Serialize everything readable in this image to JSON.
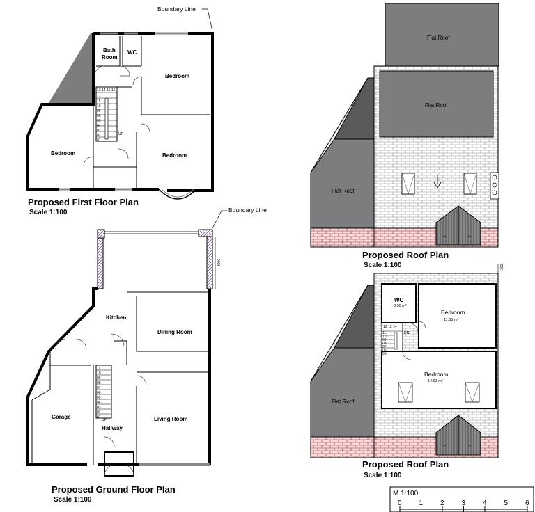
{
  "first_floor": {
    "title": "Proposed First Floor Plan",
    "scale": "Scale 1:100",
    "boundary": "Boundary Line",
    "rooms": {
      "bath": "Bath",
      "bath2": "Room",
      "wc": "WC",
      "bed1": "Bedroom",
      "bed2": "Bedroom",
      "bed3": "Bedroom"
    },
    "stair_top": "13 14 15 16",
    "stair_side": [
      "12",
      "11",
      "10",
      "09",
      "06",
      "05",
      "04",
      "03",
      "02",
      "01"
    ],
    "up": "UP"
  },
  "ground_floor": {
    "title": "Proposed Ground Floor Plan",
    "scale": "Scale 1:100",
    "boundary": "Boundary Line",
    "rooms": {
      "kitchen": "Kitchen",
      "dining": "Dining Room",
      "living": "Living Room",
      "garage": "Garage",
      "hallway": "Hallway"
    },
    "dimension": "3000",
    "stair_side": [
      "11",
      "10",
      "09",
      "08",
      "07",
      "06",
      "05",
      "04",
      "03",
      "02",
      "01"
    ],
    "up": "UP"
  },
  "roof_plan_1": {
    "title": "Proposed Roof Plan",
    "scale": "Scale 1:100",
    "labels": {
      "flat_roof_top": "Flat Roof",
      "flat_roof_mid": "Flat Roof",
      "flat_roof_left": "Flat Roof"
    }
  },
  "roof_plan_2": {
    "title": "Proposed Roof Plan",
    "scale": "Scale 1:100",
    "dimension": "300",
    "rooms": {
      "wc": "WC",
      "wc_area": "3.50 m²",
      "bed1": "Bedroom",
      "bed1_area": "11.65 m²",
      "bed2": "Bedroom",
      "bed2_area": "14.93 m²",
      "flat_roof": "Flat Roof"
    },
    "stair_top": "12 13 14",
    "stair_side": [
      "11",
      "10",
      "09",
      "08",
      "07",
      "06",
      "05"
    ],
    "dn": "DN"
  },
  "scale_bar": {
    "label": "M 1:100",
    "ticks": [
      "0",
      "1",
      "2",
      "3",
      "4",
      "5",
      "6"
    ]
  },
  "colors": {
    "roof_gray": "#7d7d7f",
    "brick_red": "#b3202a",
    "hatch": "#7b5fa0"
  }
}
